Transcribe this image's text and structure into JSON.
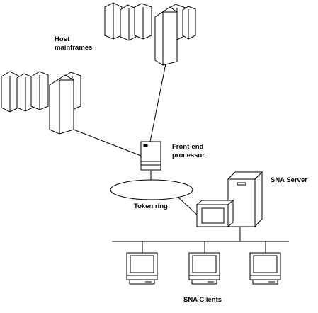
{
  "diagram": {
    "labels": {
      "host_line1": "Host",
      "host_line2": "mainframes",
      "fep_line1": "Front-end",
      "fep_line2": "processor",
      "token_ring": "Token ring",
      "sna_server": "SNA Server",
      "sna_clients": "SNA Clients"
    },
    "colors": {
      "line": "#000000",
      "fill": "#ffffff"
    }
  }
}
